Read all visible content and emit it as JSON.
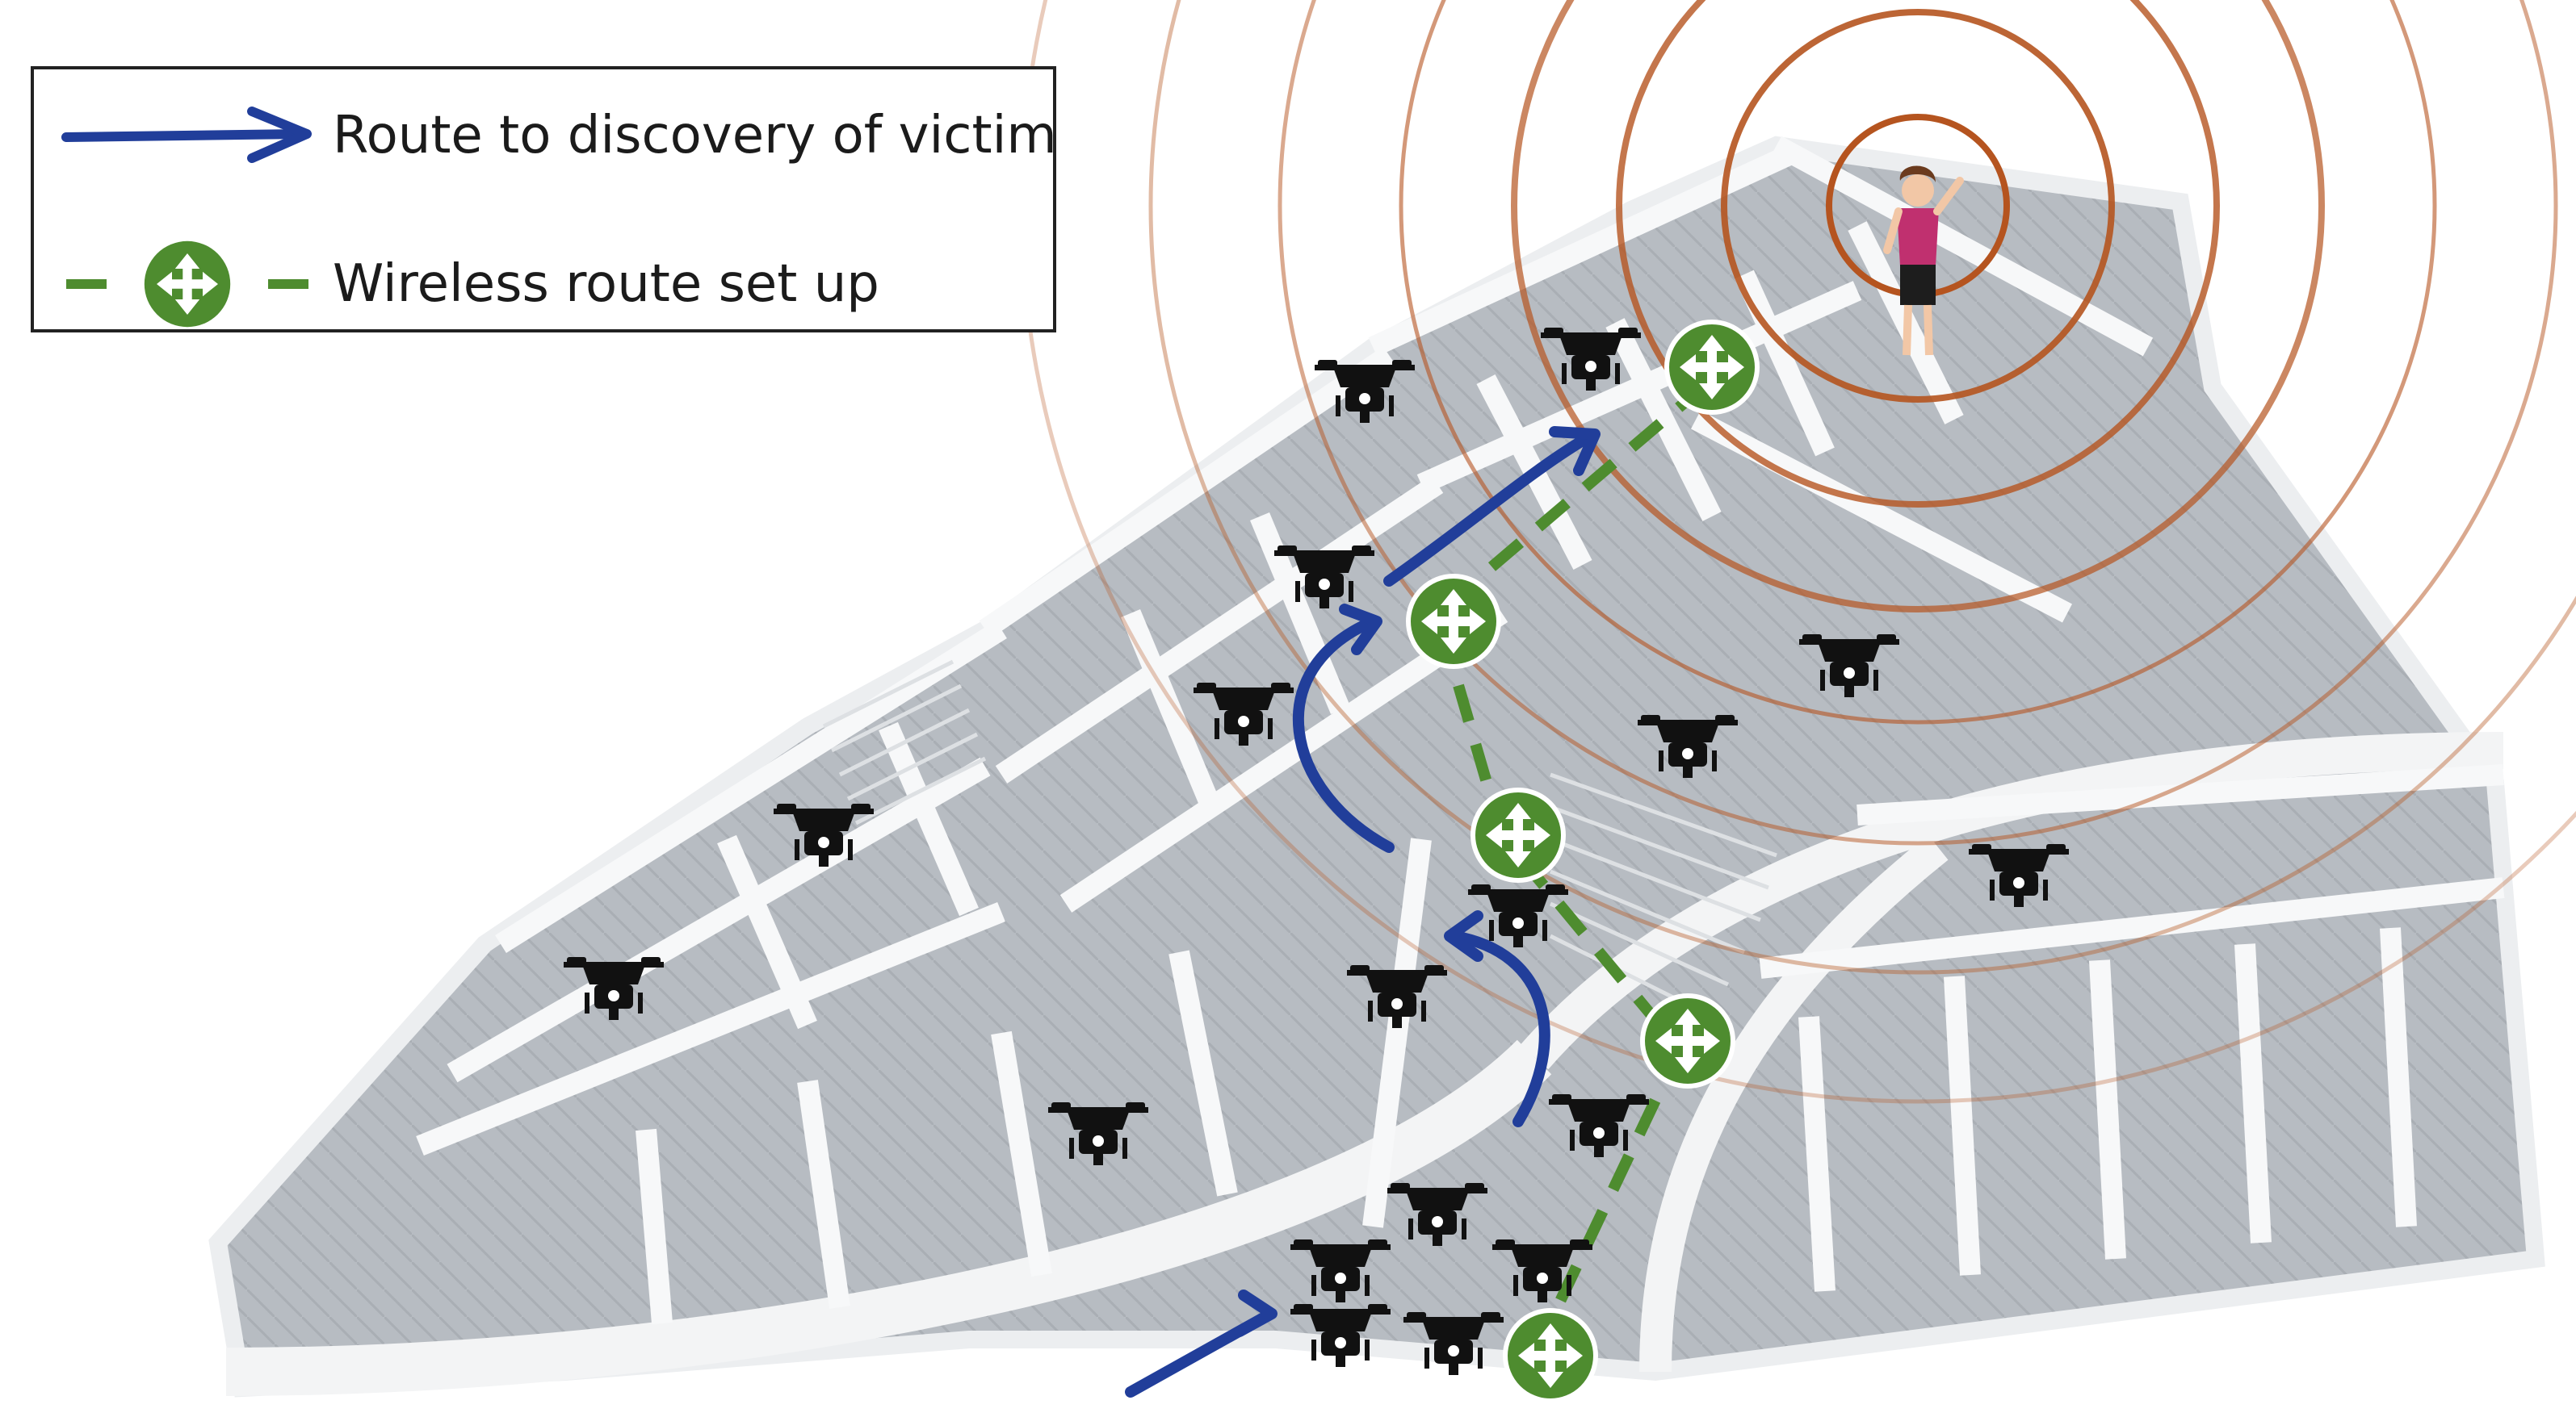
{
  "legend": {
    "items": [
      {
        "label": "Route to discovery of victim",
        "icon": "blue-arrow-icon",
        "color": "#213e9a"
      },
      {
        "label": "Wireless route set up",
        "icon": "wireless-relay-node-icon",
        "color": "#4e8c2f"
      }
    ]
  },
  "colors": {
    "route": "#213e9a",
    "wireless": "#4e8c2f",
    "signal": "#b5541f",
    "floor": "#b9bec4",
    "wall": "#f4f5f6",
    "drone": "#111111"
  },
  "icons": {
    "drone": "quadcopter-drone-icon",
    "victim": "victim-person-icon",
    "relay": "wireless-relay-node-icon",
    "signal": "signal-rings"
  }
}
